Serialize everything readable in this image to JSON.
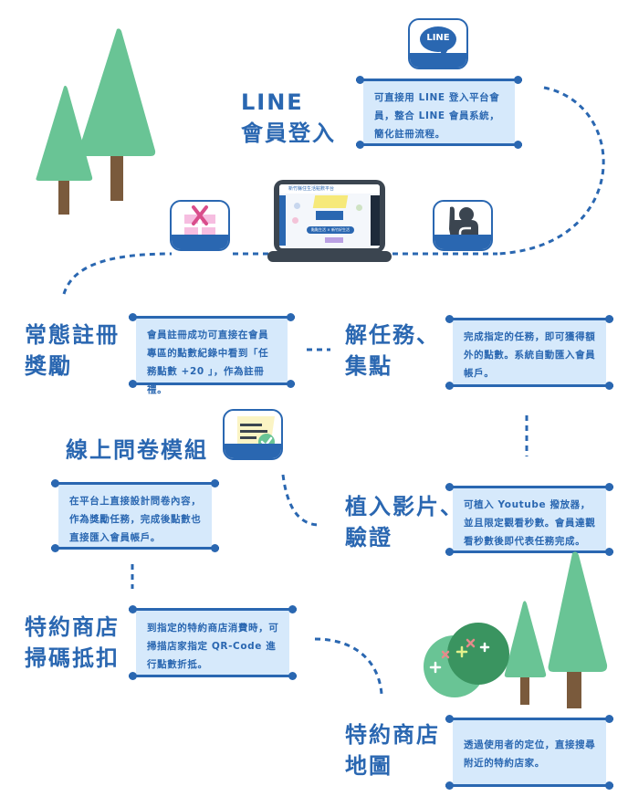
{
  "colors": {
    "primary": "#2a67b1",
    "card_bg": "#d6e9fb",
    "tree_green": "#69c495",
    "tree_dark": "#3a9460",
    "trunk": "#7a5a3c"
  },
  "features": [
    {
      "id": "line-login",
      "title": "LINE\n會員登入",
      "description": "可直接用 LINE 登入平台會員，整合 LINE 會員系統，簡化註冊流程。",
      "icon": "line-logo-icon",
      "icon_text": "LINE"
    },
    {
      "id": "register-reward",
      "title": "常態註冊\n獎勵",
      "description": "會員註冊成功可直接在會員專區的點數紀錄中看到「任務點數 +20 」，作為註冊禮。",
      "icon": "gift-icon"
    },
    {
      "id": "task-points",
      "title": "解任務、\n集點",
      "description": "完成指定的任務，即可獲得額外的點數。系統自動匯入會員帳戶。",
      "icon": "raise-hand-icon"
    },
    {
      "id": "survey-module",
      "title": "線上問卷模組",
      "description": "在平台上直接設計問卷內容，作為獎勵任務，完成後點數也直接匯入會員帳戶。",
      "icon": "survey-check-icon"
    },
    {
      "id": "video-verify",
      "title": "植入影片、\n驗證",
      "description": "可植入 Youtube 撥放器，並且限定觀看秒數。會員達觀看秒數後即代表任務完成。"
    },
    {
      "id": "store-scan",
      "title": "特約商店\n掃碼抵扣",
      "description": "到指定的特約商店消費時，可掃描店家指定 QR-Code 進行點數折抵。"
    },
    {
      "id": "store-map",
      "title": "特約商店\n地圖",
      "description": "透過使用者的定位，直接搜尋附近的特約店家。"
    }
  ],
  "laptop": {
    "screen_caption": "新竹縣住生活點數平台",
    "banner_text": "點點生活 × 新竹好生活"
  }
}
